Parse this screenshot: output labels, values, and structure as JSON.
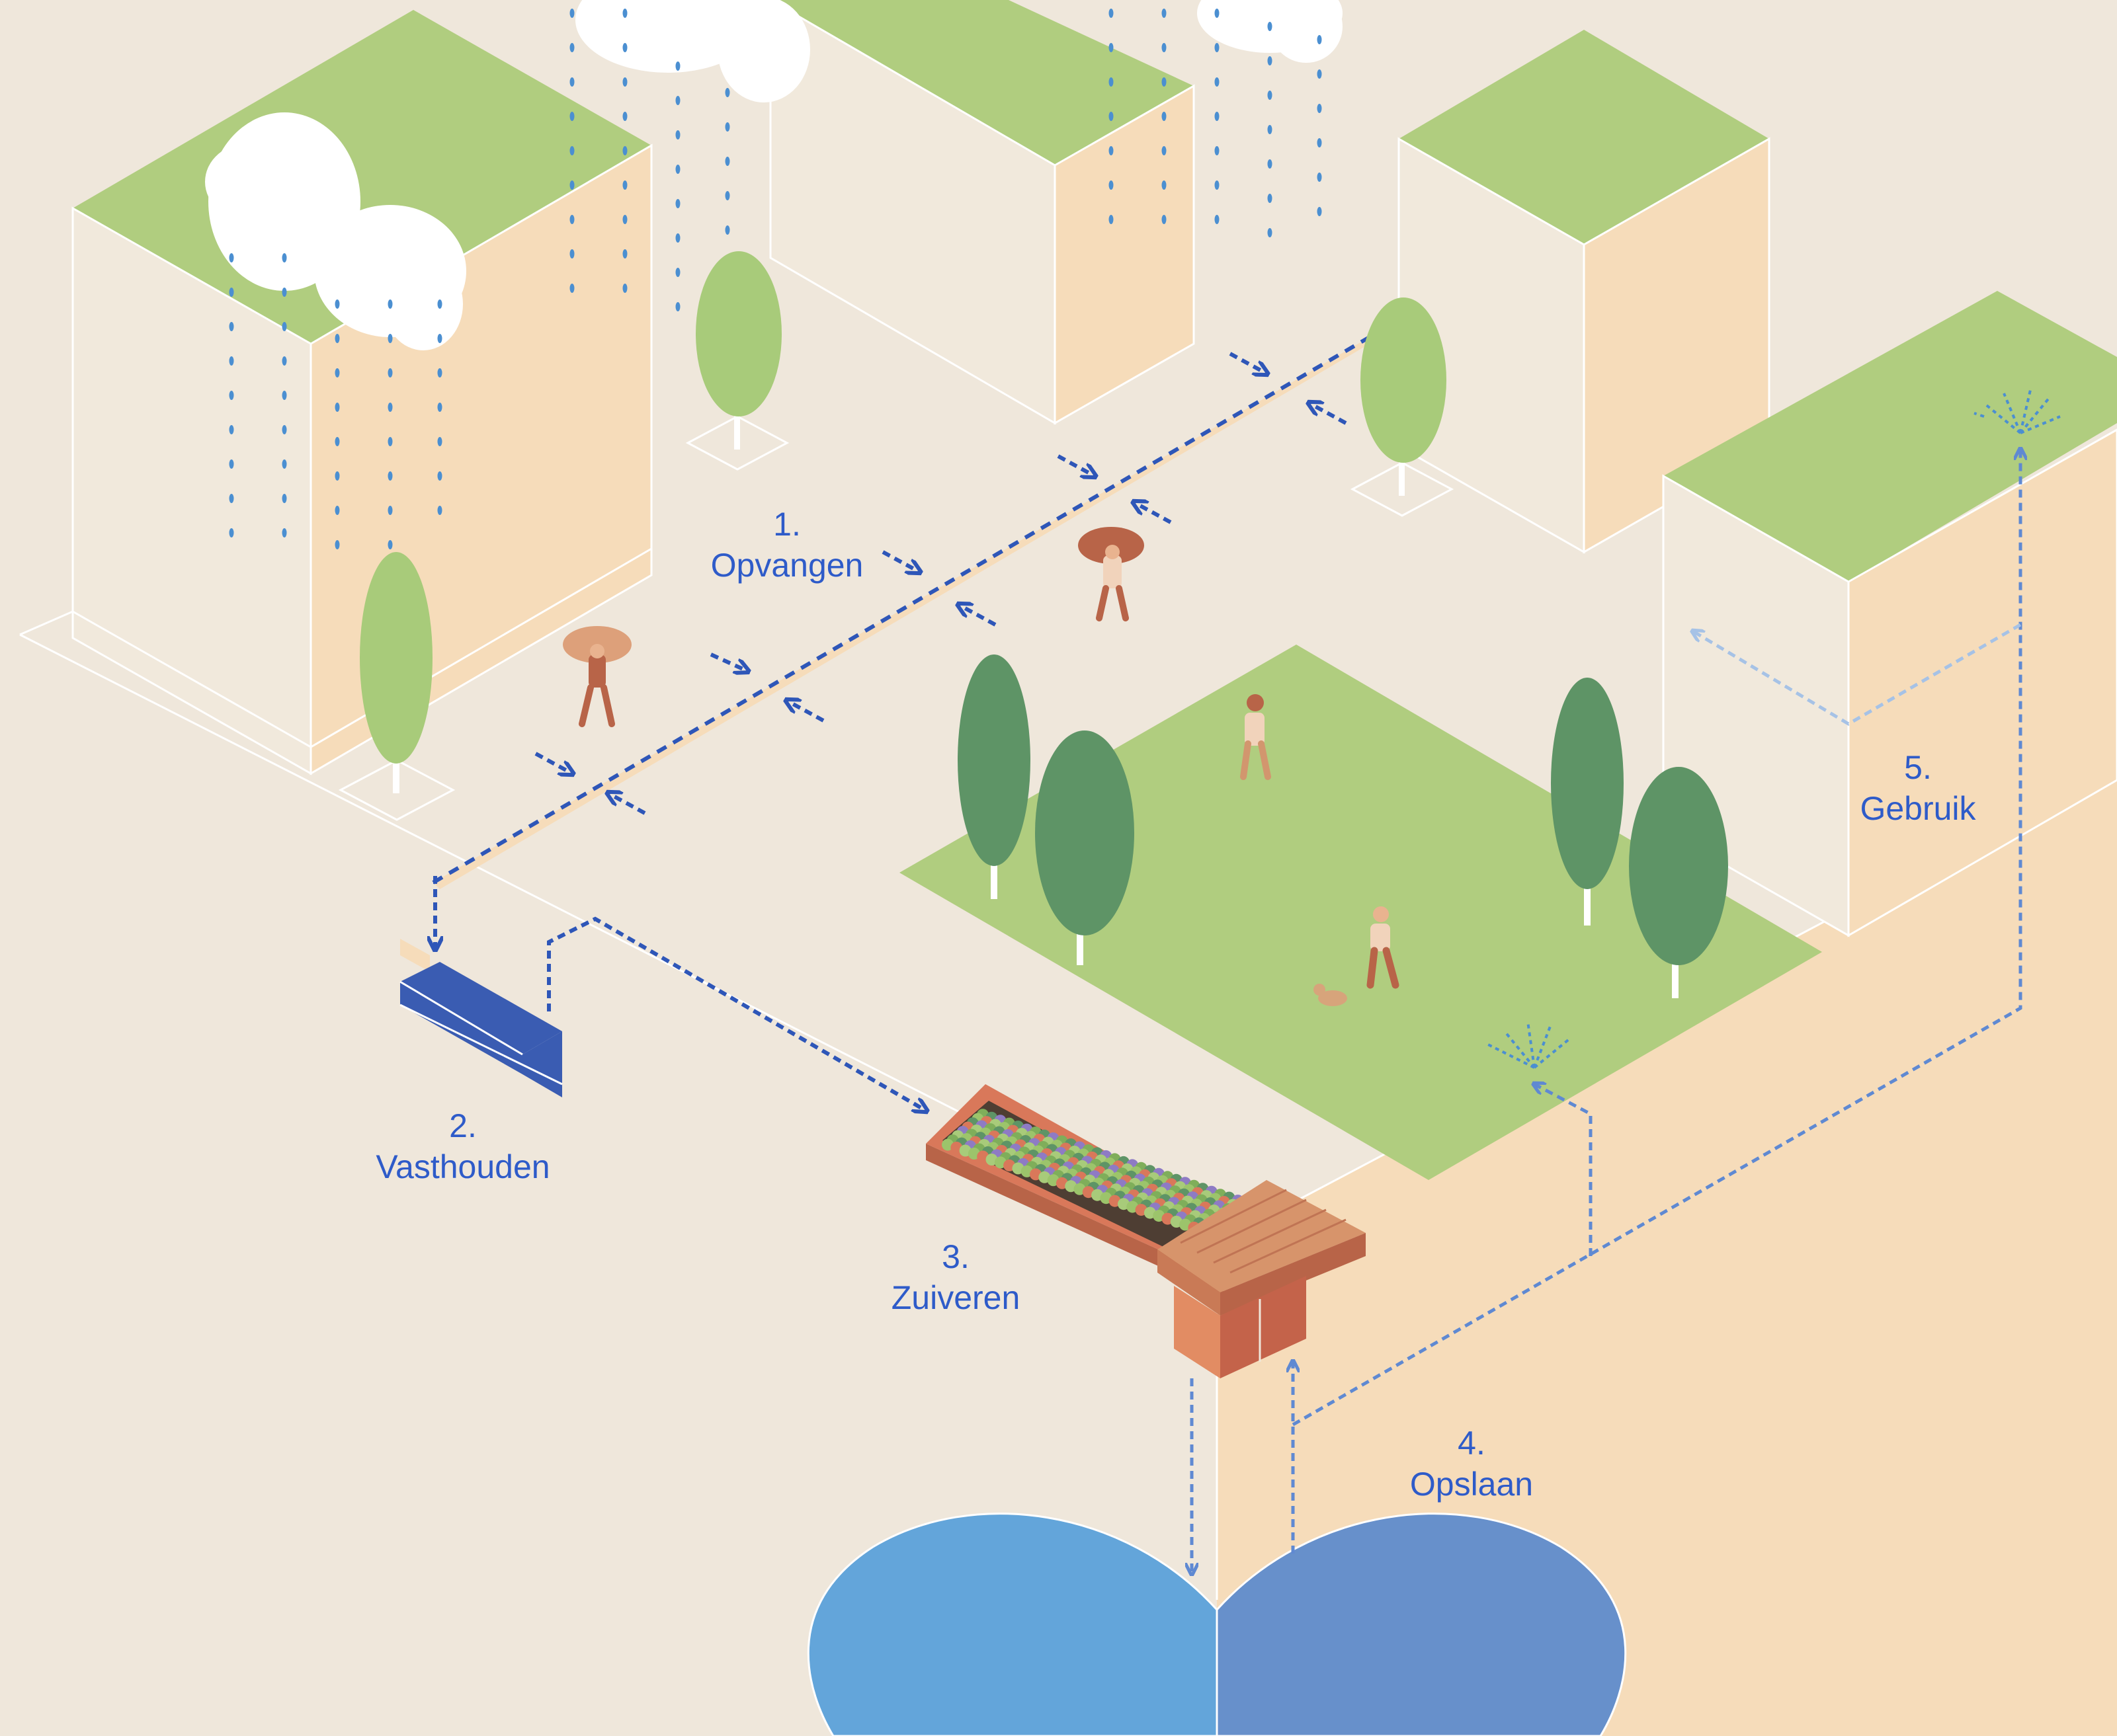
{
  "steps": [
    {
      "number": "1.",
      "label": "Opvangen"
    },
    {
      "number": "2.",
      "label": "Vasthouden"
    },
    {
      "number": "3.",
      "label": "Zuiveren"
    },
    {
      "number": "4.",
      "label": "Opslaan"
    },
    {
      "number": "5.",
      "label": "Gebruik"
    }
  ],
  "colors": {
    "background": "#EFE7DB",
    "ground_peach": "#F6DCBA",
    "building_wall": "#F1E9DC",
    "building_side": "#F6DCBA",
    "green_roof": "#B0CD7F",
    "tree_light": "#A8CB7A",
    "tree_dark": "#5E9466",
    "water_light": "#63A5DA",
    "water_dark": "#6790CB",
    "flow_arrow": "#2E56B8",
    "label_blue": "#2E5BC9",
    "planter": "#D9785A",
    "crate": "#3A5CB2"
  },
  "icons": [
    "cloud-icon",
    "raindrop-icon",
    "tree-icon",
    "person-umbrella-icon",
    "person-walking-icon",
    "dog-icon",
    "sprinkler-icon",
    "flow-arrow-icon",
    "retention-crate-icon",
    "planter-icon",
    "bench-icon",
    "groundwater-basin-icon"
  ]
}
